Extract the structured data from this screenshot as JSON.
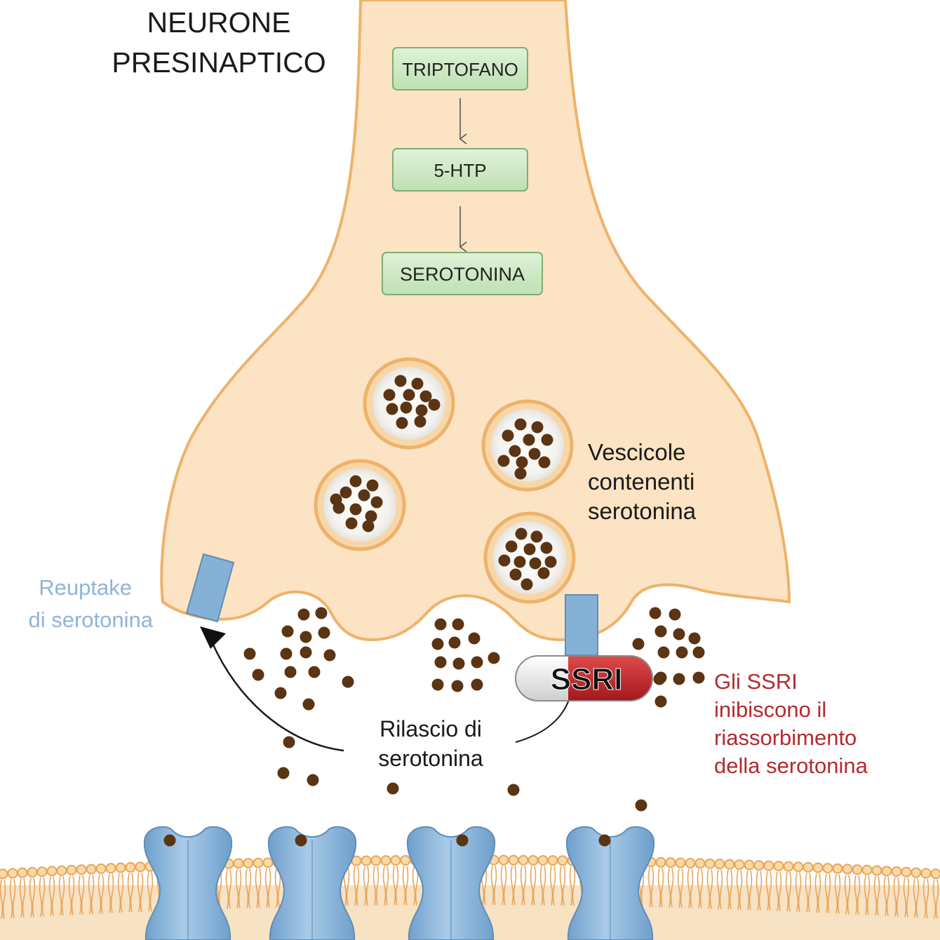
{
  "presynaptic_neuron": {
    "title_line1": "NEURONE",
    "title_line2": "PRESINAPTICO"
  },
  "synthesis_pathway": {
    "step1": "TRIPTOFANO",
    "step2": "5-HTP",
    "step3": "SEROTONINA"
  },
  "vesicles_label": {
    "line1": "Vescicole",
    "line2": "contenenti",
    "line3": "serotonina"
  },
  "reuptake_label": {
    "line1": "Reuptake",
    "line2": "di serotonina"
  },
  "release_label": {
    "line1": "Rilascio di",
    "line2": "serotonina"
  },
  "ssri_pill": {
    "label": "SSRI"
  },
  "ssri_note": {
    "line1": "Gli SSRI",
    "line2": "inibiscono il",
    "line3": "riassorbimento",
    "line4": "della serotonina"
  },
  "colors": {
    "neuron_fill": "#fbe3c3",
    "neuron_outline": "#eeb26a",
    "box_fill": "#cbe8c2",
    "box_border": "#7fae74",
    "serotonin_dot": "#5b3413",
    "transporter_blue": "#86b1d6",
    "reuptake_text": "#8fb4d8",
    "ssri_red": "#c3262b",
    "ssri_note_text": "#b32a2f",
    "membrane_orange": "#e9a559"
  }
}
